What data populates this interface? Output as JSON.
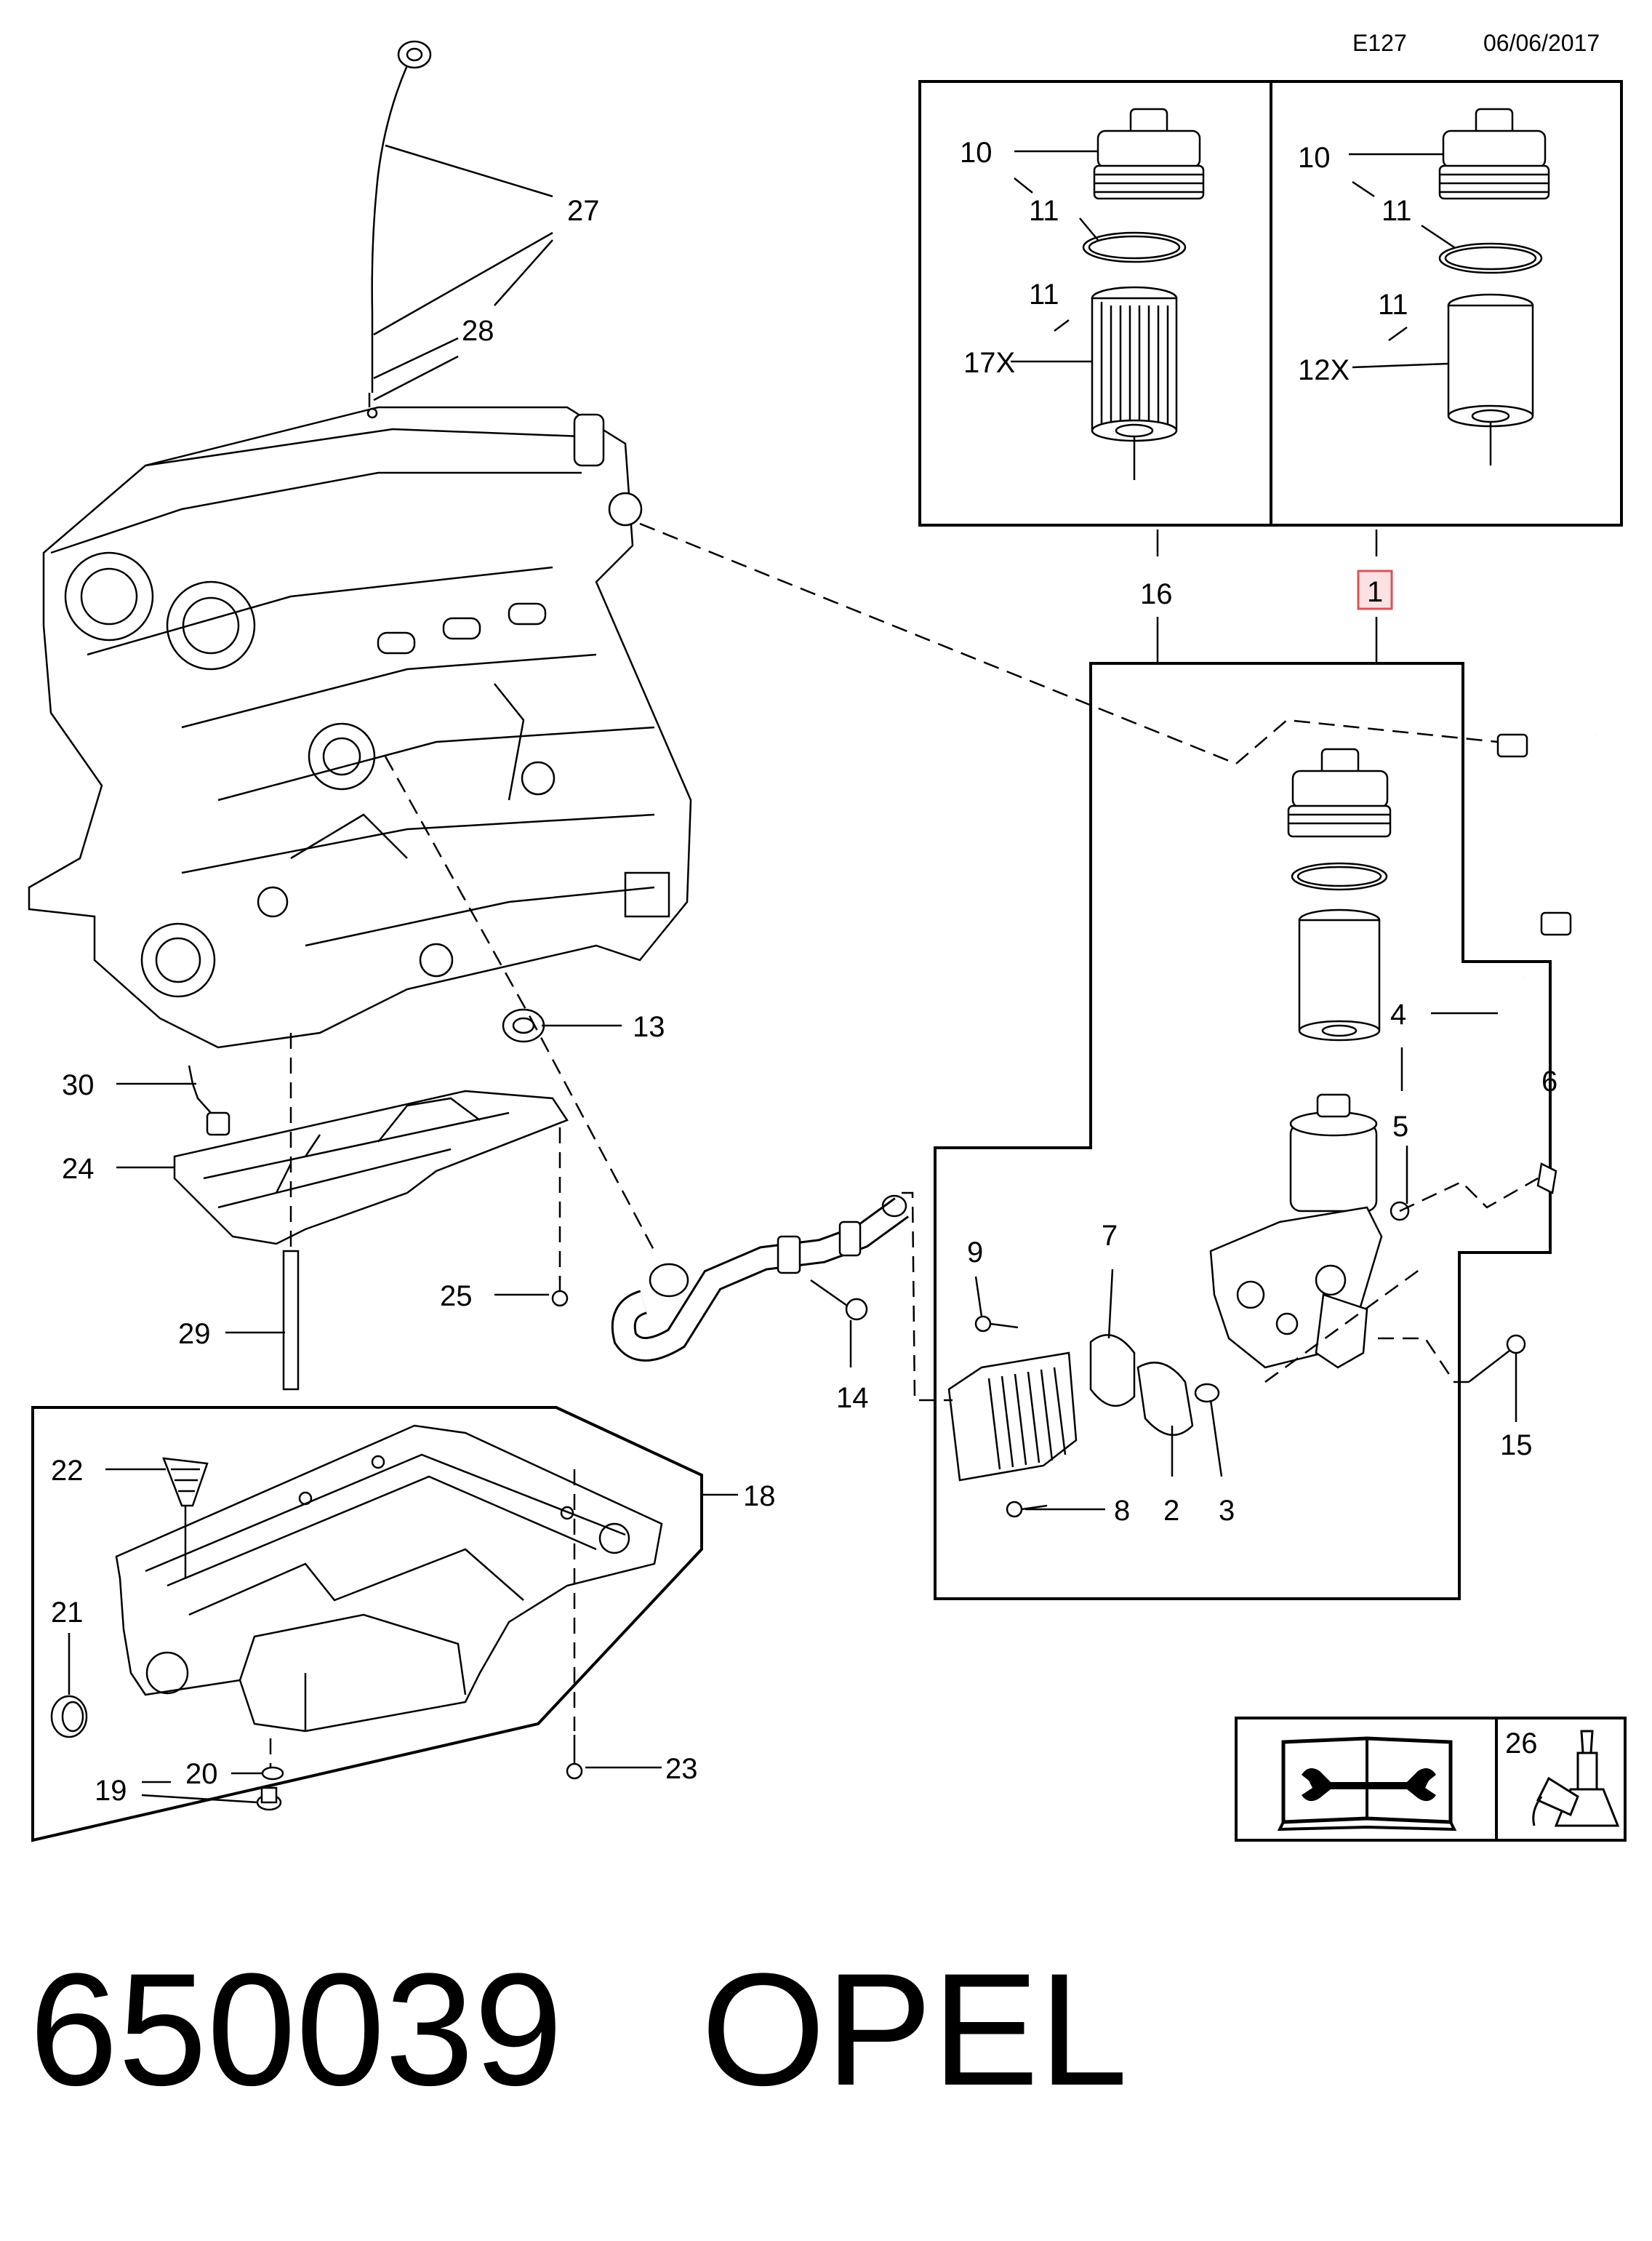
{
  "header": {
    "code": "E127",
    "date": "06/06/2017"
  },
  "footer": {
    "part_number": "650039",
    "brand": "OPEL"
  },
  "callouts": {
    "c1": "1",
    "c2": "2",
    "c3": "3",
    "c4": "4",
    "c5": "5",
    "c6": "6",
    "c7": "7",
    "c8": "8",
    "c9": "9",
    "c10": "10",
    "c11": "11",
    "c12x": "12X",
    "c13": "13",
    "c14": "14",
    "c15": "15",
    "c16": "16",
    "c17x": "17X",
    "c18": "18",
    "c19": "19",
    "c20": "20",
    "c21": "21",
    "c22": "22",
    "c23": "23",
    "c24": "24",
    "c25": "25",
    "c26": "26",
    "c27": "27",
    "c28": "28",
    "c29": "29",
    "c30": "30"
  },
  "colors": {
    "line": "#000000",
    "highlight_border": "#d9535b",
    "highlight_fill": "#fbe1e2"
  },
  "icons": [
    "repair-manual-wrench-icon",
    "sealant-tube-icon"
  ]
}
